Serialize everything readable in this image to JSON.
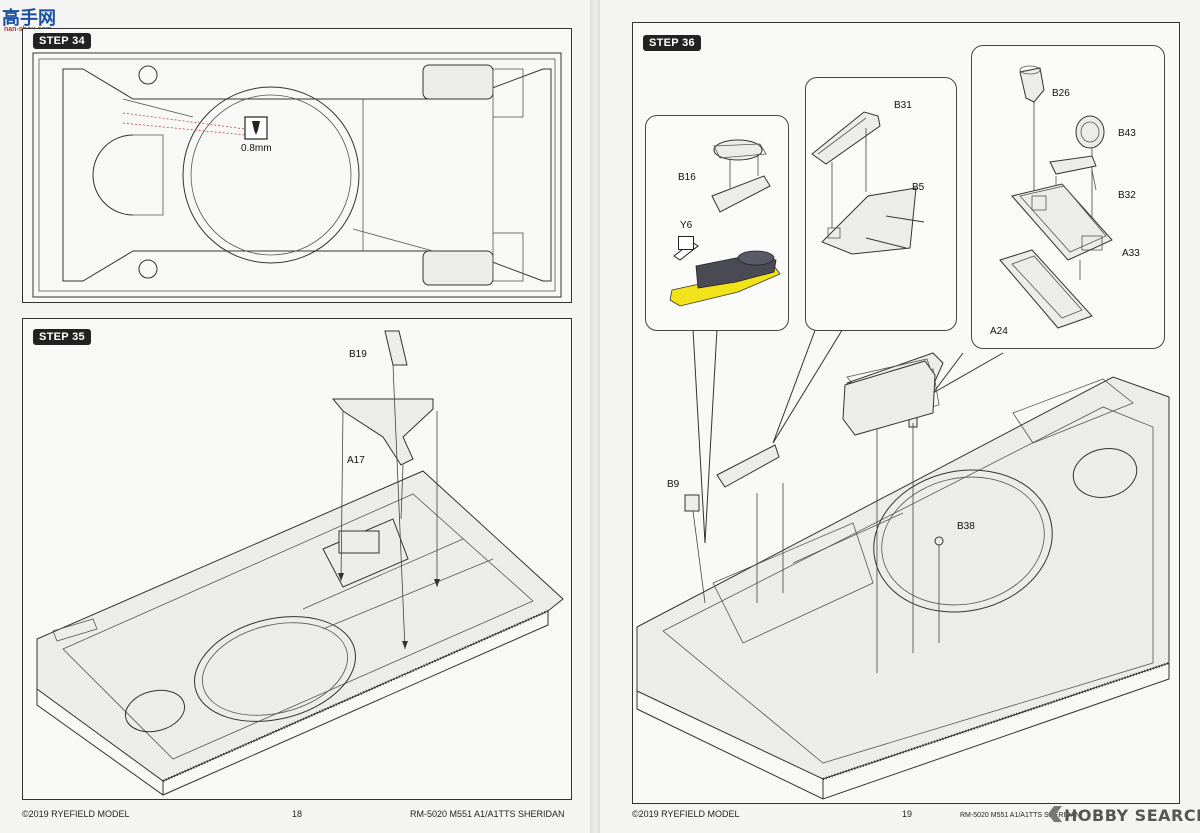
{
  "watermark": {
    "logo_chars": "高手网",
    "logo_url": "nan-shou.com",
    "hobbysearch": "HOBBY SEARCH"
  },
  "left_page": {
    "step34": {
      "tag": "STEP 34",
      "drill_label": "0.8mm"
    },
    "step35": {
      "tag": "STEP 35",
      "parts": {
        "b19": "B19",
        "a17": "A17"
      }
    },
    "footer": {
      "copyright": "©2019 RYEFIELD MODEL",
      "page_number": "18",
      "product": "RM-5020 M551 A1/A1TTS SHERIDAN"
    }
  },
  "right_page": {
    "step36": {
      "tag": "STEP 36",
      "callout1": {
        "b16": "B16",
        "y6": "Y6"
      },
      "callout2": {
        "b31": "B31",
        "b5": "B5"
      },
      "callout3": {
        "b26": "B26",
        "b43": "B43",
        "b32": "B32",
        "a33": "A33",
        "a24": "A24"
      },
      "parts": {
        "b9": "B9",
        "b38": "B38"
      }
    },
    "footer": {
      "copyright": "©2019 RYEFIELD MODEL",
      "page_number": "19",
      "product": "RM-5020 M551 A1/A1TTS SHERIDAN"
    }
  },
  "colors": {
    "highlight_yellow": "#f2e21a",
    "dark_part": "#4a4a55",
    "tag_bg": "#222222"
  }
}
